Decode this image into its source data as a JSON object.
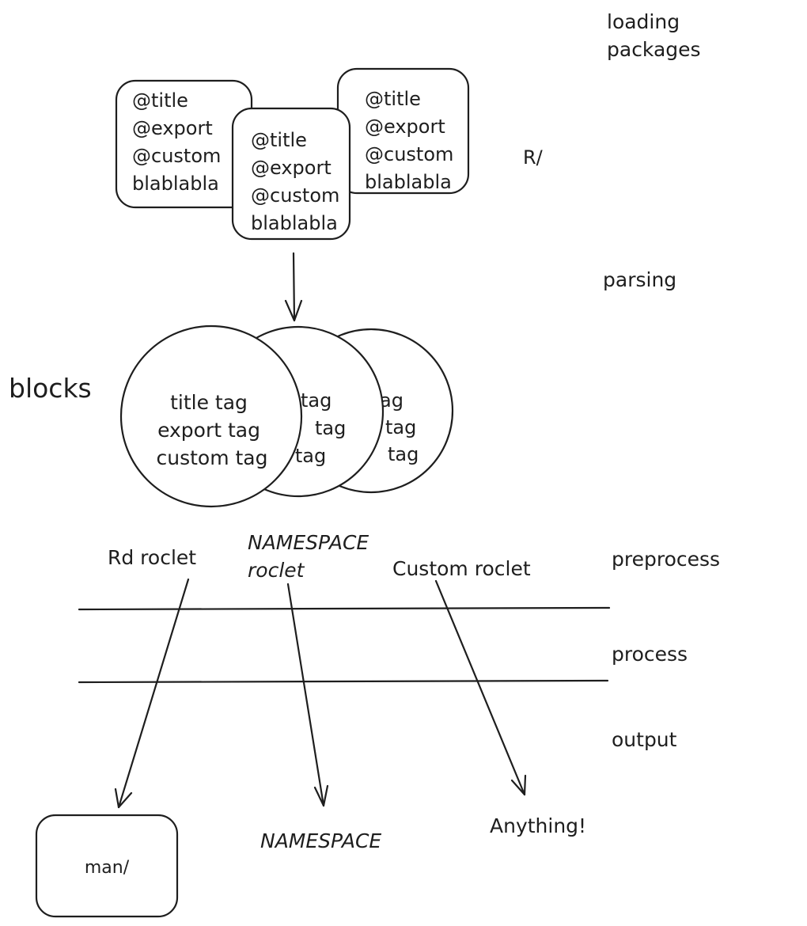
{
  "stages": {
    "loading": [
      "loading",
      "packages"
    ],
    "parsing": "parsing",
    "preprocess": "preprocess",
    "process": "process",
    "output": "output"
  },
  "r_dir": "R/",
  "source_cards": [
    {
      "lines": [
        "@title",
        "@export",
        "@custom",
        "blablabla"
      ]
    },
    {
      "lines": [
        "@title",
        "@export",
        "@custom",
        "blablabla"
      ]
    },
    {
      "lines": [
        "@title",
        "@export",
        "@custom",
        "blablabla"
      ]
    }
  ],
  "blocks_label": "blocks",
  "block_circles": [
    {
      "lines": [
        "ag",
        "tag",
        "tag"
      ]
    },
    {
      "lines": [
        "tag",
        "tag",
        "n tag"
      ]
    },
    {
      "lines": [
        "title tag",
        "export tag",
        "custom tag"
      ]
    }
  ],
  "roclets": {
    "rd": "Rd roclet",
    "namespace": [
      "NAMESPACE",
      "roclet"
    ],
    "custom": "Custom roclet"
  },
  "outputs": {
    "man": "man/",
    "namespace": "NAMESPACE",
    "anything": "Anything!"
  }
}
